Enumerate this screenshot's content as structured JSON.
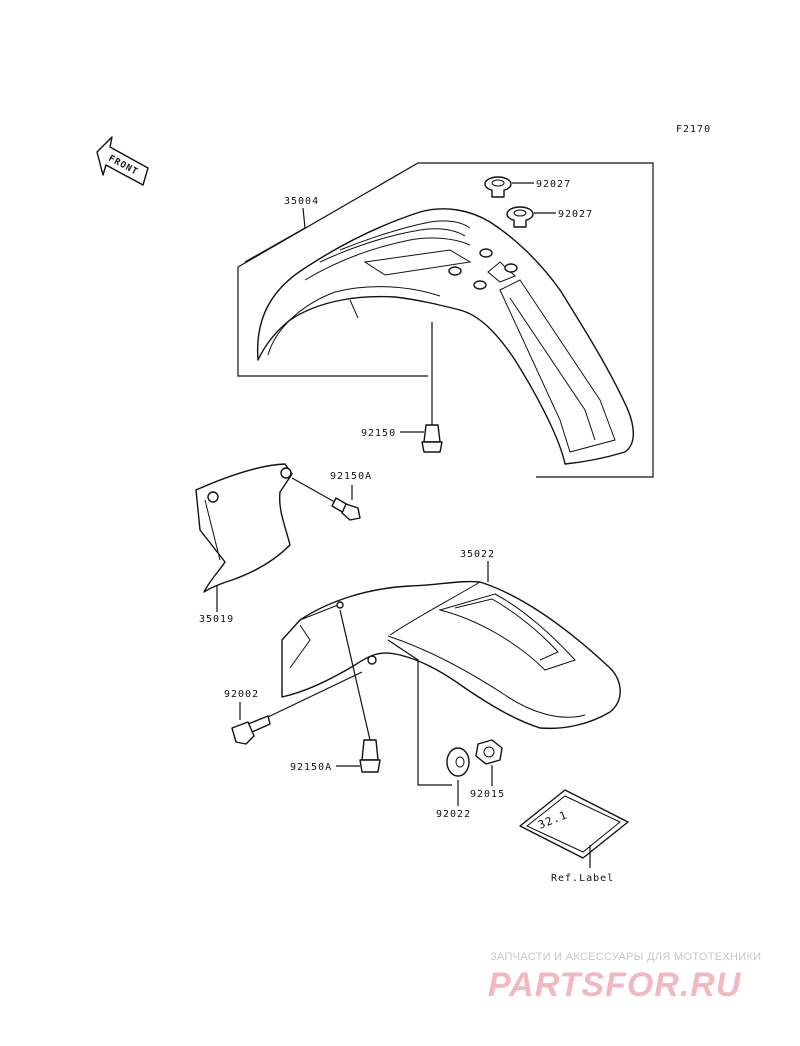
{
  "diagram": {
    "code": "F2170",
    "front_label": "FRONT",
    "parts": {
      "p35004": "35004",
      "p92027a": "92027",
      "p92027b": "92027",
      "p92150": "92150",
      "p92150A_top": "92150A",
      "p35019": "35019",
      "p35022": "35022",
      "p92002": "92002",
      "p92150A_bottom": "92150A",
      "p92015": "92015",
      "p92022": "92022",
      "ref_label": "Ref.Label",
      "label_text": "32.1"
    }
  },
  "watermark": {
    "tagline": "ЗАПЧАСТИ И АКСЕССУАРЫ ДЛЯ МОТОТЕХНИКИ",
    "logo": "PARTSFOR.RU",
    "logo_color": "#f2b8bf"
  }
}
